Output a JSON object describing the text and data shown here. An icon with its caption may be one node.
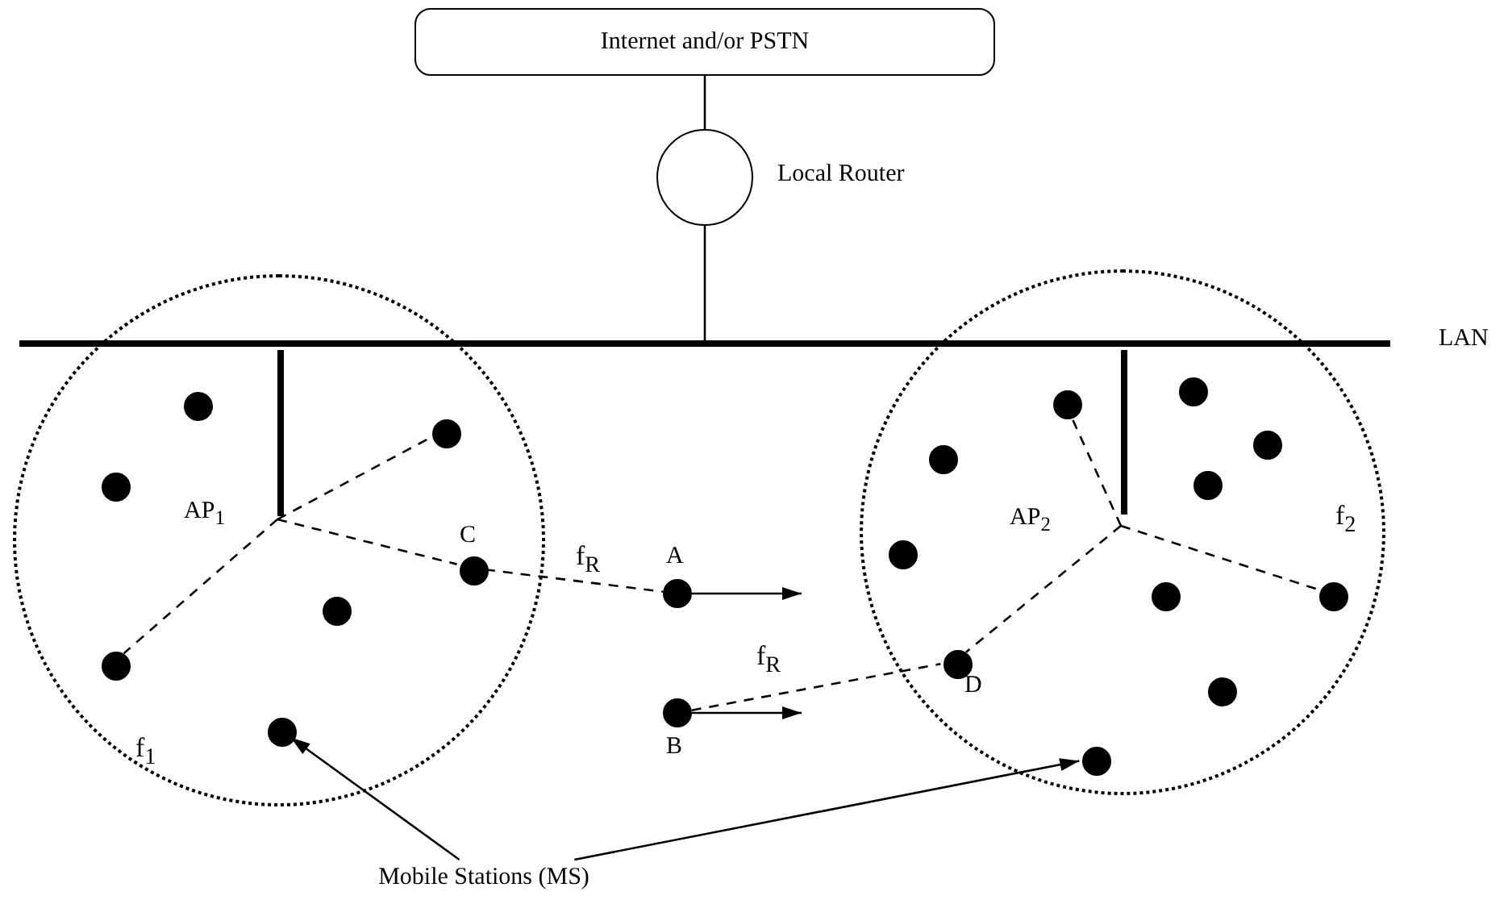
{
  "diagram": {
    "nodes": [
      {
        "text": [
          "Internet and/or PSTN"
        ]
      },
      {
        "text": [],
        "shape": "circle",
        "beside": [
          "Local Router"
        ]
      },
      {
        "text": [],
        "shape": "bar",
        "beside": [
          "LAN"
        ]
      },
      {
        "text": [
          "f$_{1}$"
        ]
      },
      {
        "text": [],
        "shape": "bar",
        "beside": [
          "AP$_{1}$"
        ],
        "in": 3
      },
      {
        "text": [],
        "shape": "circle",
        "in": 3
      },
      {
        "text": [],
        "shape": "circle",
        "in": 3
      },
      {
        "text": [],
        "shape": "circle",
        "in": 3
      },
      {
        "text": [],
        "shape": "circle",
        "beside": [
          "C"
        ],
        "in": 3
      },
      {
        "text": [],
        "shape": "circle",
        "in": 3
      },
      {
        "text": [],
        "shape": "circle",
        "in": 3
      },
      {
        "text": [],
        "shape": "circle",
        "in": 3
      },
      {
        "text": [
          "f$_{2}$"
        ]
      },
      {
        "text": [],
        "shape": "bar",
        "beside": [
          "AP$_{2}$"
        ],
        "in": 12
      },
      {
        "text": [],
        "shape": "circle",
        "in": 12
      },
      {
        "text": [],
        "shape": "circle",
        "in": 12
      },
      {
        "text": [],
        "shape": "circle",
        "in": 12
      },
      {
        "text": [],
        "shape": "circle",
        "in": 12
      },
      {
        "text": [],
        "shape": "circle",
        "in": 12
      },
      {
        "text": [],
        "shape": "circle",
        "in": 12
      },
      {
        "text": [],
        "shape": "circle",
        "in": 12
      },
      {
        "text": [],
        "shape": "circle",
        "in": 12
      },
      {
        "text": [],
        "shape": "circle",
        "beside": [
          "D"
        ],
        "in": 12
      },
      {
        "text": [],
        "shape": "circle",
        "in": 12
      },
      {
        "text": [],
        "shape": "circle",
        "in": 12
      },
      {
        "text": [],
        "shape": "circle",
        "beside": [
          "A"
        ]
      },
      {
        "text": [],
        "shape": "circle",
        "beside": [
          "B"
        ]
      },
      {
        "text": [
          "Mobile Stations (MS)"
        ]
      }
    ],
    "edges": [
      {
        "from": 1,
        "to": 0,
        "arrow": "none"
      },
      {
        "from": 1,
        "to": 2,
        "arrow": "none"
      },
      {
        "from": 4,
        "to": 6,
        "arrow": "none",
        "style": "dashed"
      },
      {
        "from": 4,
        "to": 8,
        "arrow": "none",
        "style": "dashed"
      },
      {
        "from": 4,
        "to": 10,
        "arrow": "none",
        "style": "dashed"
      },
      {
        "from": 8,
        "to": 25,
        "arrow": "none",
        "style": "dashed",
        "label": "f$_{R}$"
      },
      {
        "from": 25,
        "to": null,
        "arrow": "to"
      },
      {
        "from": 26,
        "to": null,
        "arrow": "to"
      },
      {
        "from": 26,
        "to": 22,
        "arrow": "none",
        "style": "dashed",
        "label": "f$_{R}$"
      },
      {
        "from": 13,
        "to": 15,
        "arrow": "none",
        "style": "dashed"
      },
      {
        "from": 13,
        "to": 21,
        "arrow": "none",
        "style": "dashed"
      },
      {
        "from": 13,
        "to": 22,
        "arrow": "none",
        "style": "dashed"
      },
      {
        "from": 27,
        "to": 11,
        "arrow": "to"
      },
      {
        "from": 27,
        "to": 24,
        "arrow": "to"
      }
    ]
  }
}
